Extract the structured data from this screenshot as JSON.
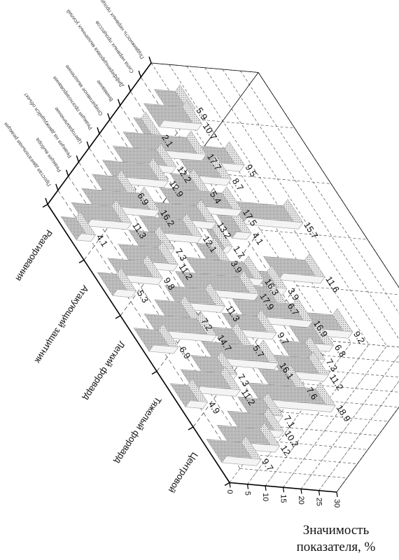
{
  "chart_data": {
    "type": "bar",
    "groups": [
      "Реагирования",
      "Атакующий защитник",
      "Легкий форвард",
      "Тяжелый форвард",
      "Центровой"
    ],
    "parameters": [
      "Простая двигательная реакция",
      "Реакция выбора",
      "Реакция на движущийся объект",
      "Цветоразличение",
      "Реакция прогнозирования",
      "Оперативное мышление",
      "Внимание",
      "Дифференцировка мышечных усилий",
      "Сила нервных процессов",
      "Подвижность нервных процессов"
    ],
    "series": [
      {
        "name": "Реагирования",
        "values": [
          4.1,
          11.3,
          16.2,
          6.9,
          12.9,
          12.2,
          17.7,
          2.1,
          10.7,
          5.9
        ]
      },
      {
        "name": "Атакующий защитник",
        "values": [
          5.3,
          9.8,
          11.2,
          7.3,
          12.1,
          13.2,
          17.5,
          5.4,
          8.7,
          9.5
        ]
      },
      {
        "name": "Легкий форвард",
        "values": [
          6.9,
          14.7,
          7.2,
          11.3,
          17.9,
          16.3,
          3.9,
          1.7,
          4.1,
          15.7
        ]
      },
      {
        "name": "Тяжелый форвард",
        "values": [
          4.9,
          11.2,
          7.3,
          16.1,
          5.7,
          9.7,
          16.9,
          6.7,
          3.9,
          11.6
        ]
      },
      {
        "name": "Центровой",
        "values": [
          9.7,
          12,
          10.2,
          7.1,
          18.9,
          7.6,
          11.2,
          7.3,
          6.8,
          9.2
        ]
      }
    ],
    "zlabel": "Значимость показателя, %",
    "zticks": [
      0,
      5,
      10,
      15,
      20,
      25,
      30
    ],
    "zlim": [
      0,
      30
    ],
    "grid": true
  },
  "colors": {
    "bar_fill": "#e2e2e2",
    "bar_edge": "#a5a5a5",
    "axis": "#000000"
  }
}
